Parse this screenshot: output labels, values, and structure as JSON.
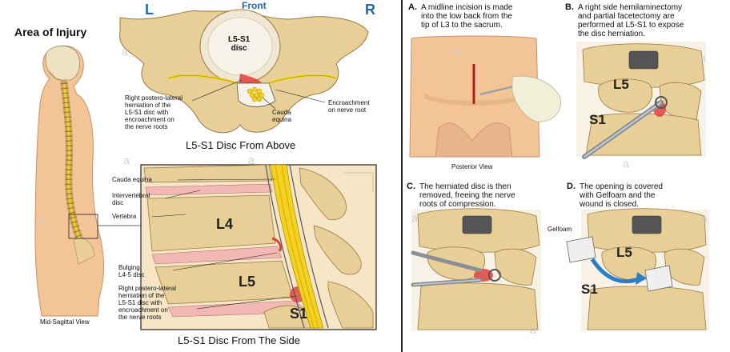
{
  "left_panel": {
    "area_title": "Area of Injury",
    "left_letter": "L",
    "front_label": "Front",
    "right_letter": "R",
    "disc_label": "L5-S1\ndisc",
    "herniation_label": "Right postero-lateral\nherniation of the\nL5-S1 disc with\nencroachment on\nthe nerve roots",
    "cauda_top": "Cauda\nequina",
    "encroach_label": "Encroachment\non nerve root",
    "above_title": "L5-S1 Disc From Above",
    "mid_sagittal": "Mid-Sagittal View",
    "side_labels": {
      "cauda": "Cauda equina",
      "intervertebral": "Intervertebral\ndisc",
      "vertebra": "Vertebra",
      "bulging": "Bulging\nL4-5 disc",
      "herniation2": "Right postero-lateral\nherniation of the\nL5-S1 disc with\nencroachment on\nthe nerve roots"
    },
    "vert_L4": "L4",
    "vert_L5": "L5",
    "vert_S1": "S1",
    "side_title": "L5-S1 Disc From The Side"
  },
  "right_panel": {
    "step_a_letter": "A.",
    "step_a_text": "A midline incision is made\ninto the low back from the\ntip of L3 to the sacrum.",
    "posterior_view": "Posterior View",
    "step_b_letter": "B.",
    "step_b_text": "A right side hemilaminectomy\nand partial facetectomy are\nperformed at L5-S1 to expose\nthe disc herniation.",
    "b_L5": "L5",
    "b_S1": "S1",
    "step_c_letter": "C.",
    "step_c_text": "The herniated disc is then\nremoved, freeing the nerve\nroots of compression.",
    "step_d_letter": "D.",
    "step_d_text": "The opening is covered\nwith Gelfoam and the\nwound is closed.",
    "gelfoam_label": "Gelfoam",
    "d_L5": "L5",
    "d_S1": "S1"
  },
  "colors": {
    "bone": "#e8cf97",
    "bone_dark": "#b08848",
    "skin": "#f3c496",
    "disc": "#f1b8b4",
    "nerve": "#f2d21c",
    "hernia": "#e0403a",
    "instrument": "#8a8f96",
    "arrow": "#2a7fc6",
    "title_blue": "#1f67b8"
  },
  "watermarks": [
    "a",
    "a",
    "a",
    "a",
    "a",
    "a",
    "a",
    "a",
    "a",
    "a"
  ]
}
